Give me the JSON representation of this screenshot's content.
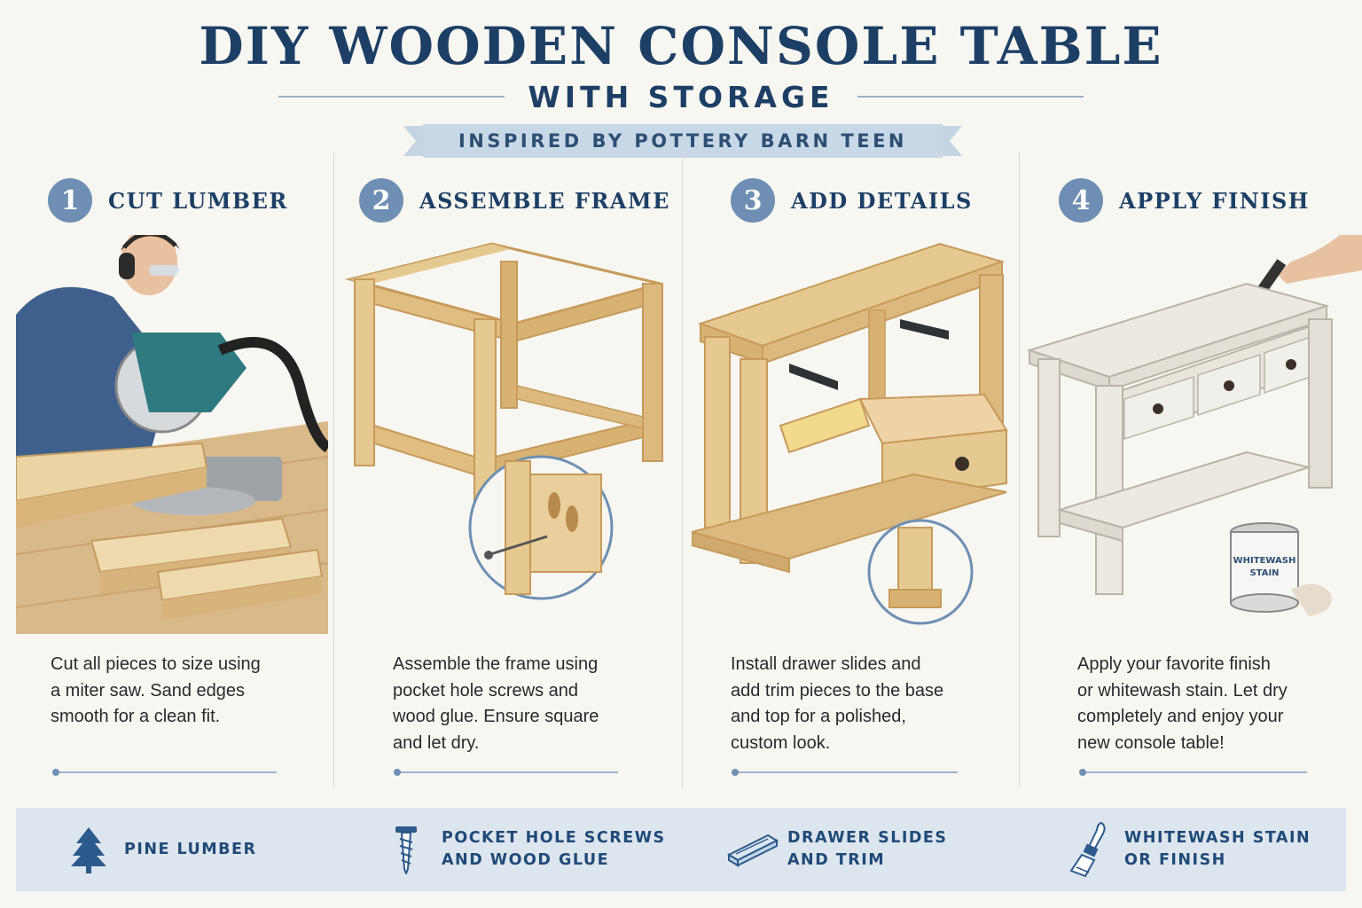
{
  "header": {
    "title": "DIY WOODEN CONSOLE TABLE",
    "subtitle": "WITH STORAGE",
    "banner": "INSPIRED BY POTTERY BARN TEEN"
  },
  "steps": [
    {
      "number": "1",
      "title": "CUT LUMBER",
      "illustration": "man-cutting-lumber-with-miter-saw",
      "description_lines": [
        "Cut all pieces to size using",
        "a miter saw. Sand edges",
        "smooth for a clean fit."
      ]
    },
    {
      "number": "2",
      "title": "ASSEMBLE FRAME",
      "illustration": "wood-frame-with-pocket-hole-detail",
      "description_lines": [
        "Assemble the frame using",
        "pocket hole screws and",
        "wood glue. Ensure square",
        "and let dry."
      ]
    },
    {
      "number": "3",
      "title": "ADD DETAILS",
      "illustration": "frame-with-drawer-slides-and-trim",
      "description_lines": [
        "Install drawer slides and",
        "add trim pieces to the base",
        "and top for a polished,",
        "custom look."
      ]
    },
    {
      "number": "4",
      "title": "APPLY FINISH",
      "illustration": "whitewashed-console-table-with-brush",
      "can_label_line1": "WHITEWASH",
      "can_label_line2": "STAIN",
      "description_lines": [
        "Apply your favorite finish",
        "or whitewash stain. Let dry",
        "completely and enjoy your",
        "new console table!"
      ]
    }
  ],
  "materials": [
    {
      "icon": "pine-tree-icon",
      "lines": [
        "PINE LUMBER"
      ]
    },
    {
      "icon": "screw-icon",
      "lines": [
        "POCKET HOLE SCREWS",
        "AND WOOD GLUE"
      ]
    },
    {
      "icon": "drawer-slide-icon",
      "lines": [
        "DRAWER SLIDES",
        "AND TRIM"
      ]
    },
    {
      "icon": "paintbrush-icon",
      "lines": [
        "WHITEWASH STAIN",
        "OR FINISH"
      ]
    }
  ],
  "colors": {
    "navy": "#1d3f66",
    "accent_blue": "#6e8fb3",
    "wood": "#e6c891",
    "wood_dark": "#c79a5c",
    "whitewash": "#ece9e2",
    "footer_band": "#dde5ee"
  }
}
